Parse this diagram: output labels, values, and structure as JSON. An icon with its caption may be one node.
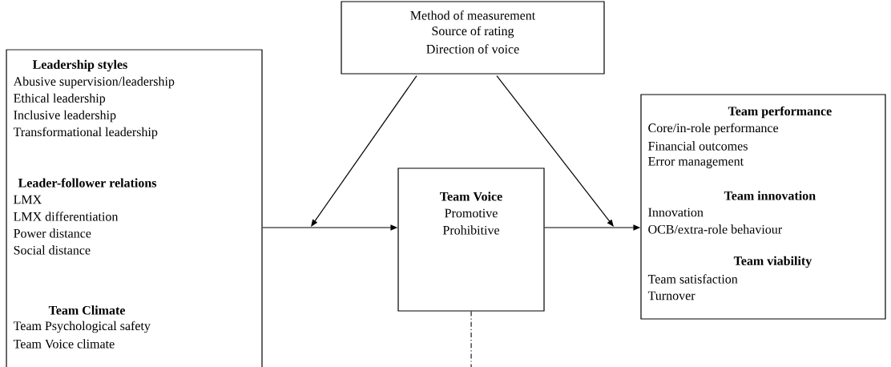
{
  "diagram": {
    "nodes": [
      {
        "text": [
          "Leadership styles",
          "Abusive supervision/leadership",
          "Ethical leadership",
          "Inclusive leadership",
          "Transformational leadership",
          "Leader-follower relations",
          "LMX",
          "LMX differentiation",
          "Power distance",
          "Social distance",
          "Team Climate",
          "Team Psychological safety",
          "Team Voice climate"
        ]
      },
      {
        "text": [
          "Method of measurement",
          "Source of rating",
          "Direction of voice"
        ]
      },
      {
        "text": [
          "Team Voice",
          "Promotive",
          "Prohibitive"
        ]
      },
      {
        "text": [
          "Team performance",
          "Core/in-role performance",
          "Financial outcomes",
          "Error management",
          "Team innovation",
          "Innovation",
          "OCB/extra-role behaviour",
          "Team viability",
          "Team satisfaction",
          "Turnover"
        ]
      }
    ],
    "edges": [
      {
        "from": 0,
        "to": 2,
        "arrow": "to"
      },
      {
        "from": 2,
        "to": 3,
        "arrow": "to"
      },
      {
        "from": 1,
        "to": null,
        "arrow": "to"
      },
      {
        "from": 1,
        "to": null,
        "arrow": "to"
      },
      {
        "from": 2,
        "to": null,
        "arrow": "none",
        "style": "dashed"
      }
    ]
  }
}
